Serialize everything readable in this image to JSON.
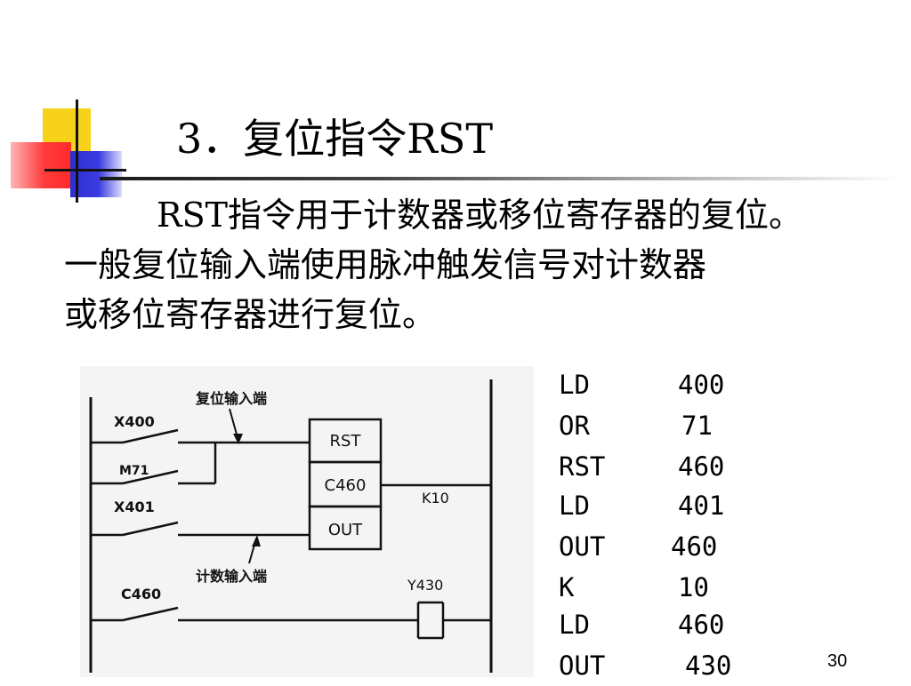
{
  "slide": {
    "title": "3．复位指令RST",
    "paragraph_lines": [
      "RST指令用于计数器或移位寄存器的复位。",
      "一般复位输入端使用脉冲触发信号对计数器",
      "或移位寄存器进行复位。"
    ],
    "page_number": "30"
  },
  "diagram": {
    "labels": {
      "reset_input": "复位输入端",
      "count_input": "计数输入端",
      "x400": "X400",
      "m71": "M71",
      "x401": "X401",
      "c460_contact": "C460",
      "rst": "RST",
      "c460": "C460",
      "out": "OUT",
      "k10": "K10",
      "y430": "Y430"
    }
  },
  "program": [
    {
      "op": "LD",
      "arg": "400"
    },
    {
      "op": "OR",
      "arg": "71"
    },
    {
      "op": "RST",
      "arg": "460"
    },
    {
      "op": "LD",
      "arg": "401"
    },
    {
      "op": "OUT",
      "arg": "460"
    },
    {
      "op": "K",
      "arg": "10"
    },
    {
      "op": "LD",
      "arg": "460"
    },
    {
      "op": "OUT",
      "arg": "430"
    }
  ]
}
